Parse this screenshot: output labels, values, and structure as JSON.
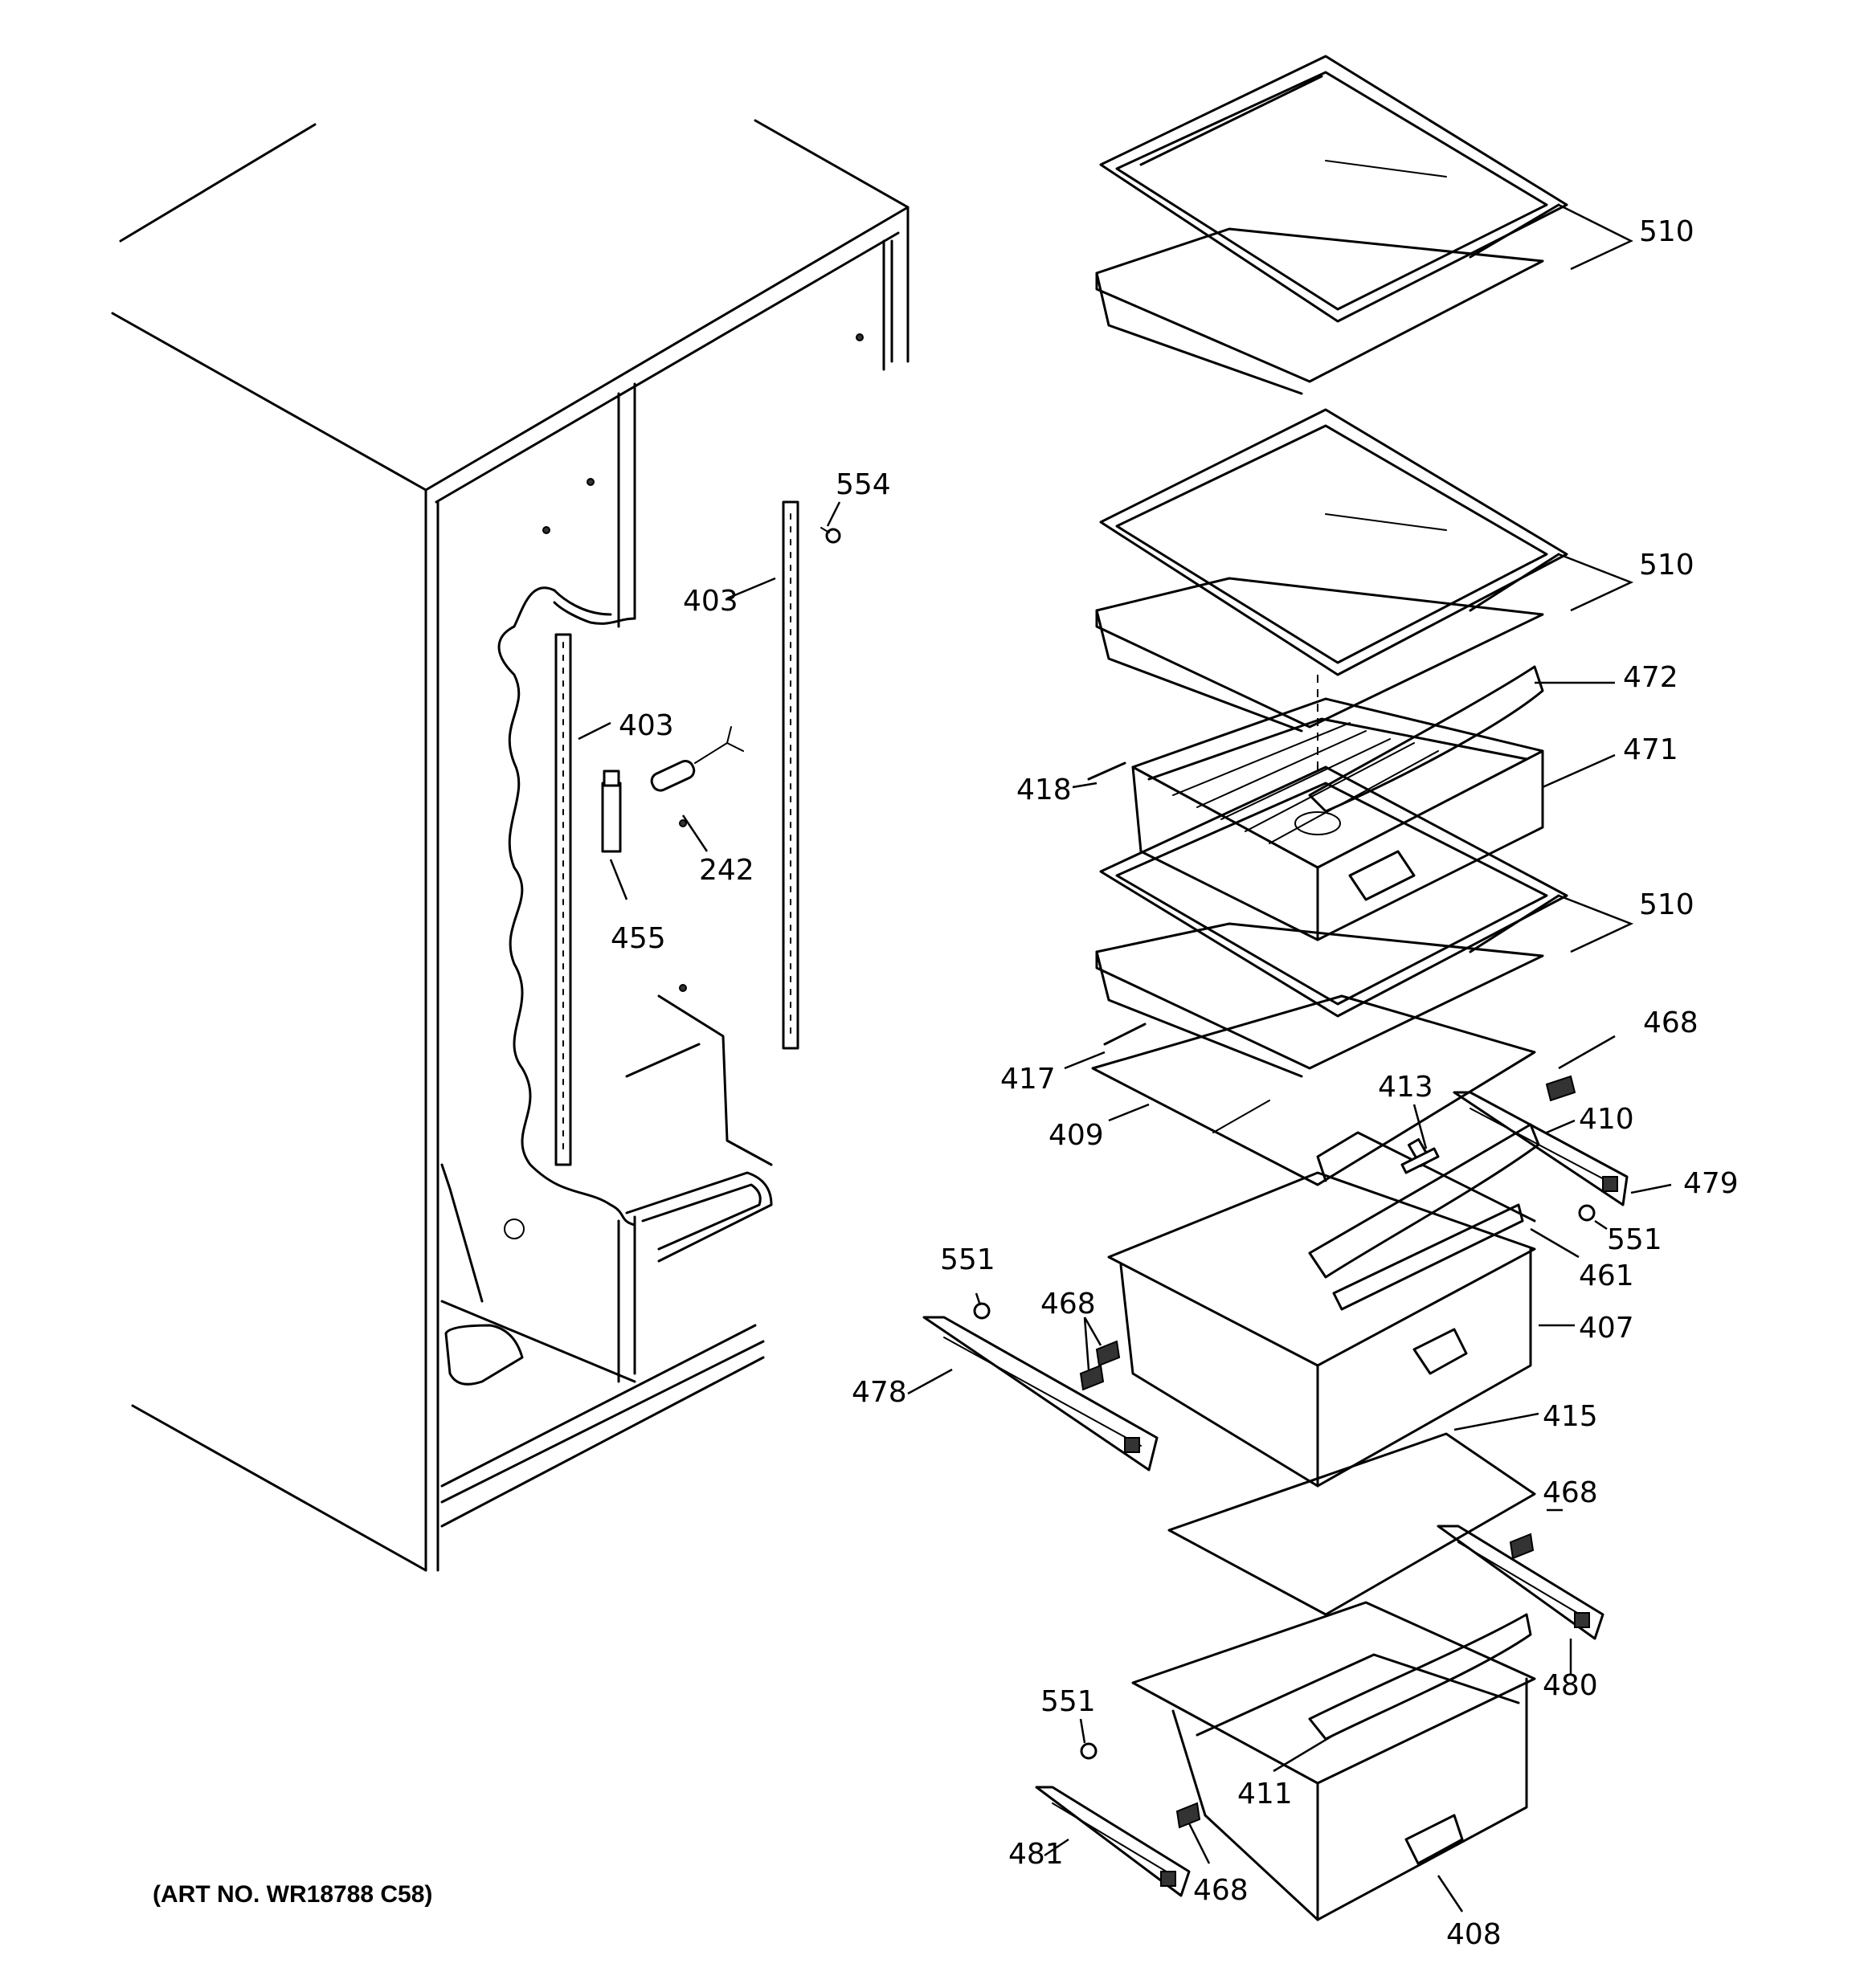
{
  "caption": "(ART NO. WR18788 C58)",
  "callouts": {
    "c510a": "510",
    "c510b": "510",
    "c510c": "510",
    "c554": "554",
    "c403a": "403",
    "c403b": "403",
    "c242": "242",
    "c455": "455",
    "c472": "472",
    "c471": "471",
    "c418": "418",
    "c468a": "468",
    "c417": "417",
    "c413": "413",
    "c410": "410",
    "c409": "409",
    "c479": "479",
    "c551a": "551",
    "c461": "461",
    "c551b": "551",
    "c468b": "468",
    "c407": "407",
    "c478": "478",
    "c415": "415",
    "c468c": "468",
    "c480": "480",
    "c551c": "551",
    "c411": "411",
    "c481": "481",
    "c468d": "468",
    "c408": "408"
  }
}
